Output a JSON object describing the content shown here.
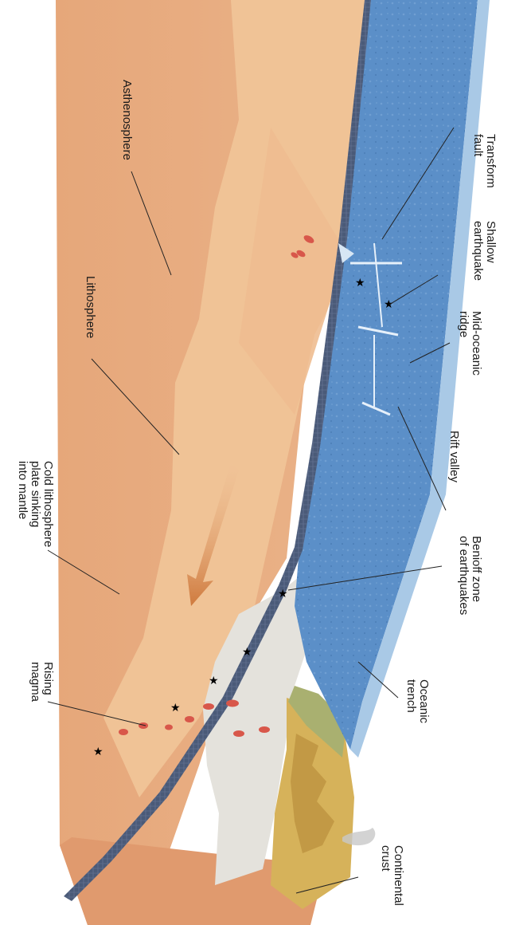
{
  "labels": {
    "transform_fault": [
      "Transform",
      "fault"
    ],
    "shallow_earthquake": [
      "Shallow",
      "earthquake"
    ],
    "mid_oceanic_ridge": [
      "Mid-oceanic",
      "ridge"
    ],
    "rift_valley": [
      "Rift valley"
    ],
    "benioff_zone": [
      "Benioff zone",
      "of earthquakes"
    ],
    "oceanic_trench": [
      "Oceanic",
      "trench"
    ],
    "continental_crust": [
      "Continental",
      "crust"
    ],
    "asthenosphere": [
      "Asthenosphere"
    ],
    "lithosphere": [
      "Lithosphere"
    ],
    "cold_lithosphere": [
      "Cold lithosphere",
      "plate sinking",
      "into mantle"
    ],
    "rising_magma": [
      "Rising",
      "magma"
    ]
  },
  "colors": {
    "ocean": "#5b8fc8",
    "ocean_edge": "#a9c9e6",
    "asthenosphere": "#e7ad7f",
    "lithosphere": "#f0c396",
    "crust_band": "#4a5a78",
    "continental_crust": "#d6b25a",
    "continental_interior": "#e4e2dc",
    "magma": "#d8574a",
    "arrow": "#cf7a3e",
    "leader_line": "#222222",
    "text": "#1a1a1a"
  }
}
